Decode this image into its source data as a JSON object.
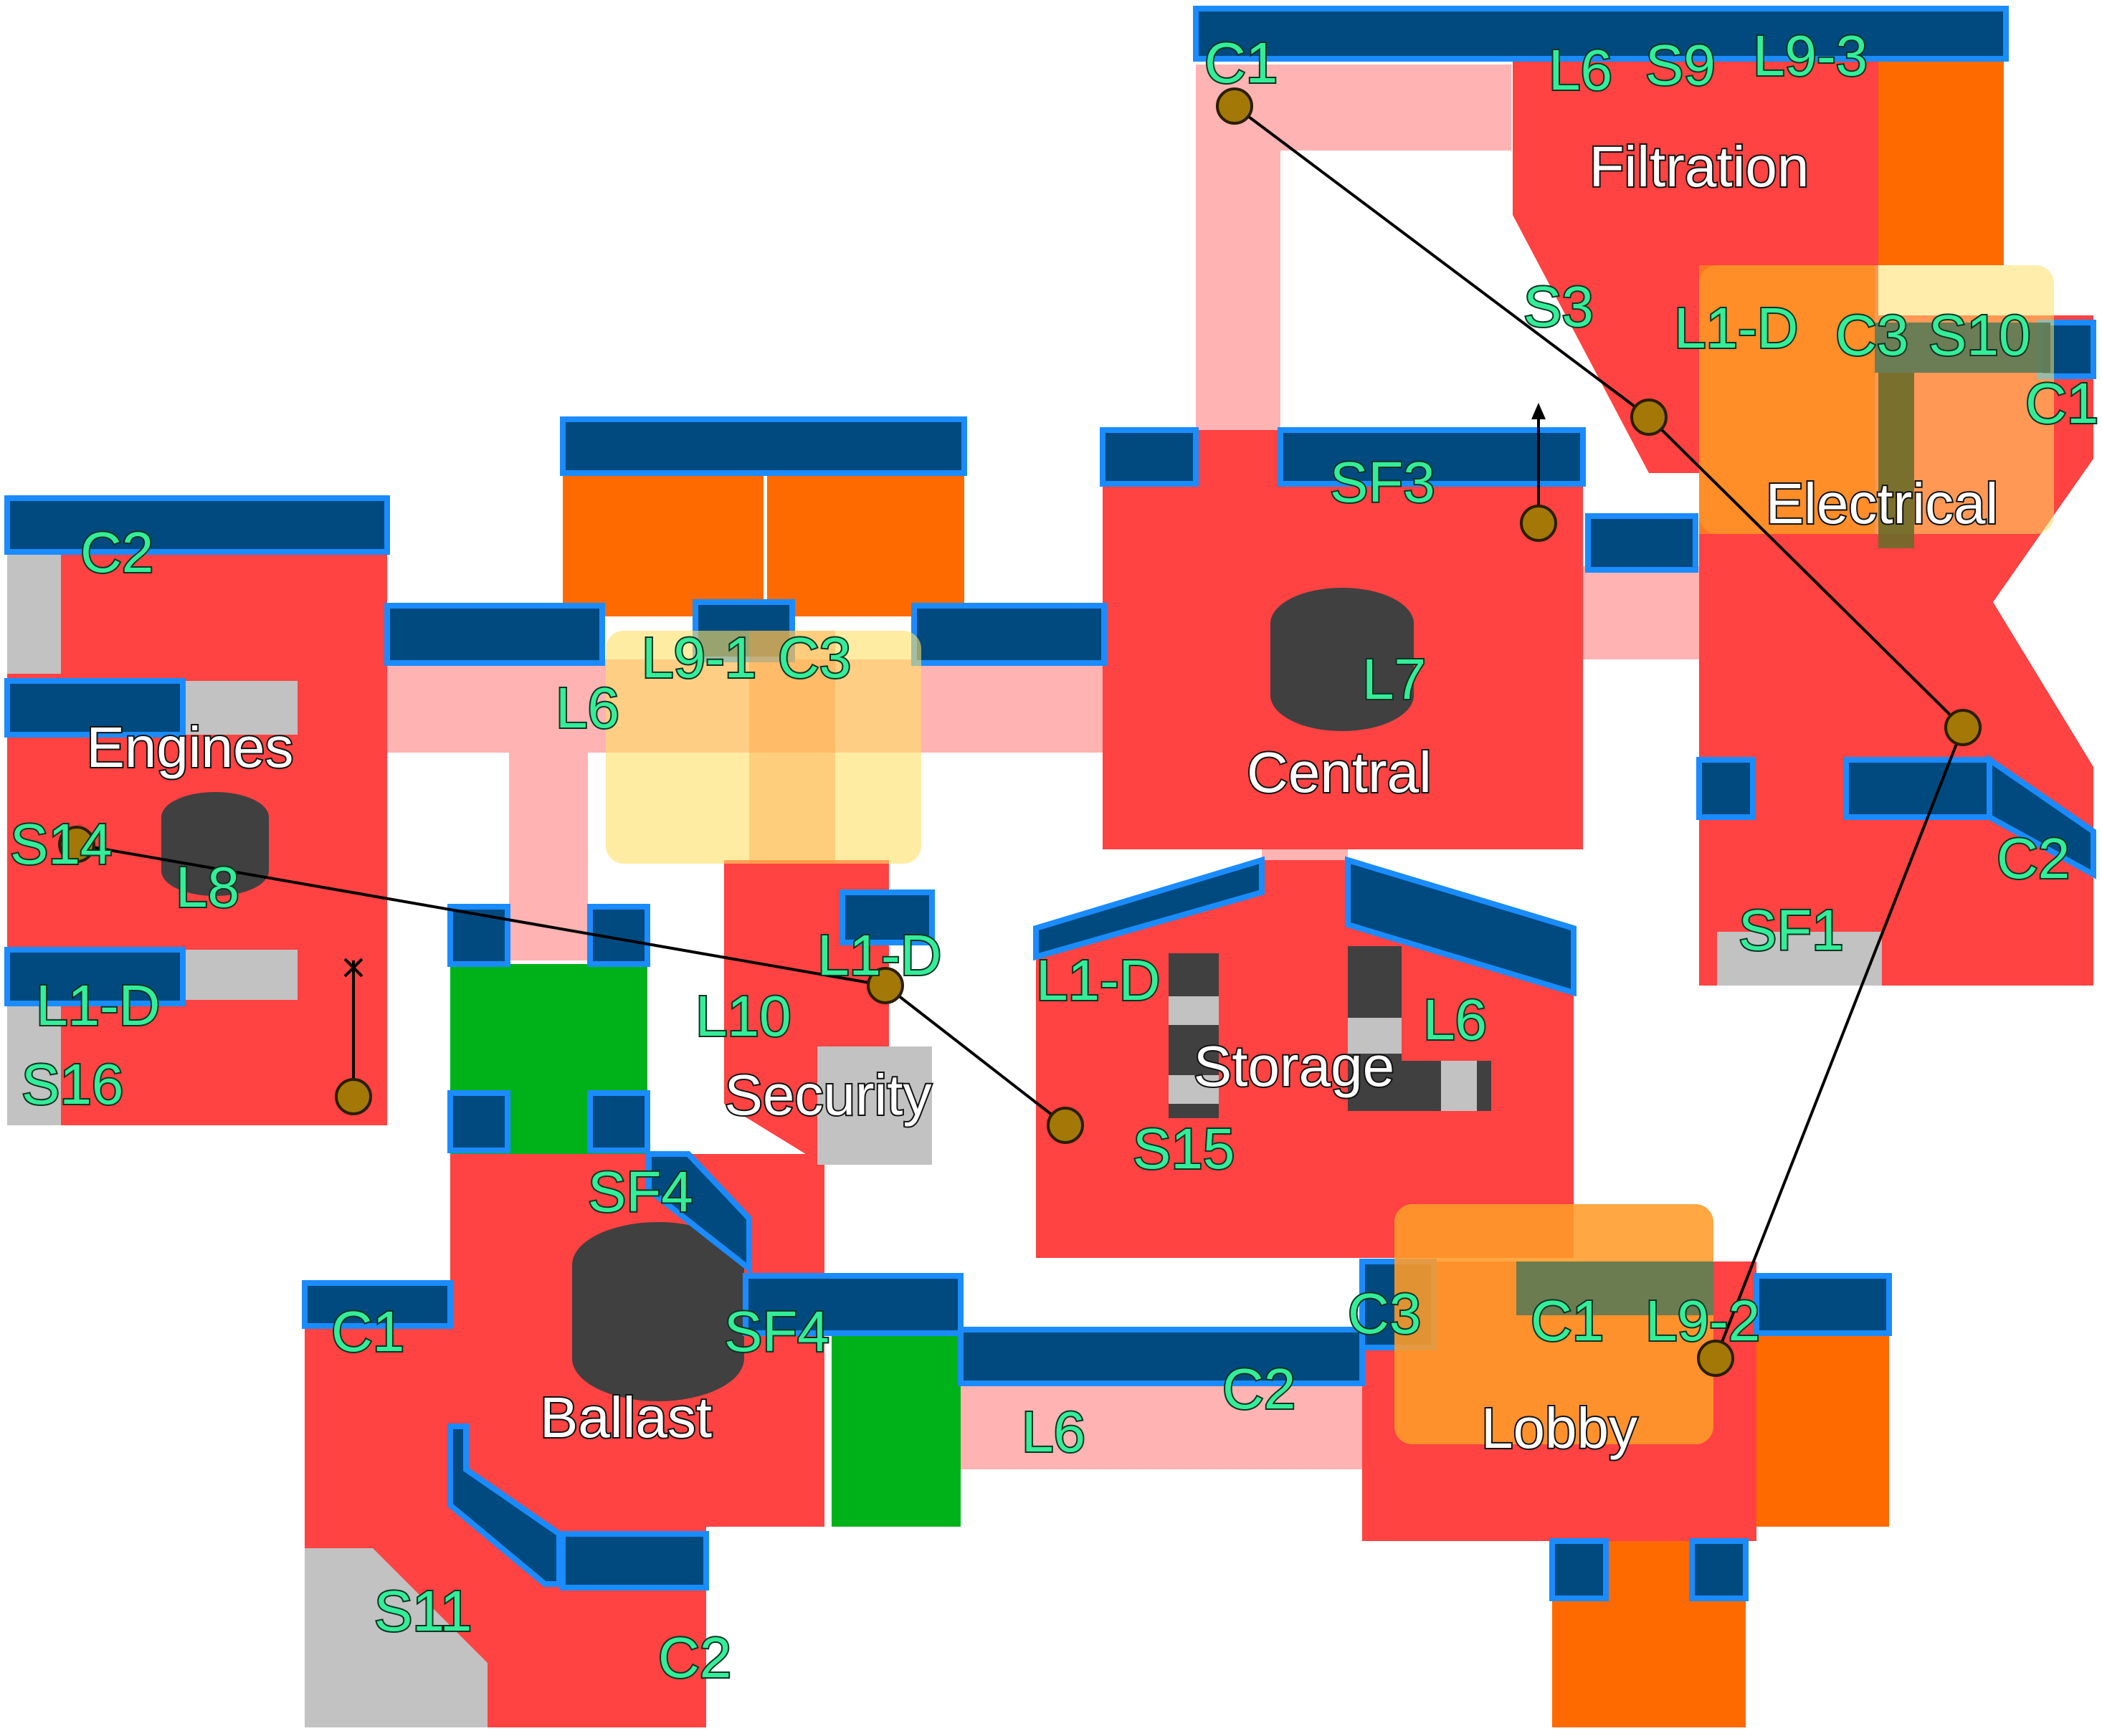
{
  "colors": {
    "room": "#ff4242",
    "corridor": "#ffb3b3",
    "wall": "#004a80",
    "wall_edge": "#1a8cff",
    "grey": "#c2c2c2",
    "dark": "#404040",
    "orange": "#ff6a00",
    "green": "#00b21a",
    "yellow_zone": "#ffe066",
    "marker": "#a37807",
    "label_room": "#ffffff",
    "label_tag": "#33ee99"
  },
  "rooms": [
    {
      "id": "filtration",
      "label": "Filtration"
    },
    {
      "id": "electrical",
      "label": "Electrical"
    },
    {
      "id": "engines",
      "label": "Engines"
    },
    {
      "id": "central",
      "label": "Central"
    },
    {
      "id": "security",
      "label": "Security"
    },
    {
      "id": "storage",
      "label": "Storage"
    },
    {
      "id": "ballast",
      "label": "Ballast"
    },
    {
      "id": "lobby",
      "label": "Lobby"
    }
  ],
  "tags": [
    {
      "id": "c1-top",
      "text": "C1"
    },
    {
      "id": "l6-filtration",
      "text": "L6"
    },
    {
      "id": "s9",
      "text": "S9"
    },
    {
      "id": "l9-3",
      "text": "L9-3"
    },
    {
      "id": "s3",
      "text": "S3"
    },
    {
      "id": "l1d-electrical",
      "text": "L1-D"
    },
    {
      "id": "c3-electrical",
      "text": "C3"
    },
    {
      "id": "s10",
      "text": "S10"
    },
    {
      "id": "c1-electrical",
      "text": "C1"
    },
    {
      "id": "sf3",
      "text": "SF3"
    },
    {
      "id": "l7",
      "text": "L7"
    },
    {
      "id": "c2-engines",
      "text": "C2"
    },
    {
      "id": "l9-1",
      "text": "L9-1"
    },
    {
      "id": "c3-security",
      "text": "C3"
    },
    {
      "id": "l6-corridor",
      "text": "L6"
    },
    {
      "id": "s14",
      "text": "S14"
    },
    {
      "id": "l8",
      "text": "L8"
    },
    {
      "id": "l1d-engines",
      "text": "L1-D"
    },
    {
      "id": "s16",
      "text": "S16"
    },
    {
      "id": "l1d-security",
      "text": "L1-D"
    },
    {
      "id": "l10",
      "text": "L10"
    },
    {
      "id": "l1d-storage",
      "text": "L1-D"
    },
    {
      "id": "l6-storage",
      "text": "L6"
    },
    {
      "id": "s15",
      "text": "S15"
    },
    {
      "id": "c2-electrical",
      "text": "C2"
    },
    {
      "id": "sf1",
      "text": "SF1"
    },
    {
      "id": "sf4-top",
      "text": "SF4"
    },
    {
      "id": "sf4-ballast",
      "text": "SF4"
    },
    {
      "id": "c1-ballast",
      "text": "C1"
    },
    {
      "id": "c2-lower",
      "text": "C2"
    },
    {
      "id": "l6-lower",
      "text": "L6"
    },
    {
      "id": "c3-lobby",
      "text": "C3"
    },
    {
      "id": "c1-lobby",
      "text": "C1"
    },
    {
      "id": "l9-2",
      "text": "L9-2"
    },
    {
      "id": "s11",
      "text": "S11"
    },
    {
      "id": "c2-bottom",
      "text": "C2"
    }
  ]
}
